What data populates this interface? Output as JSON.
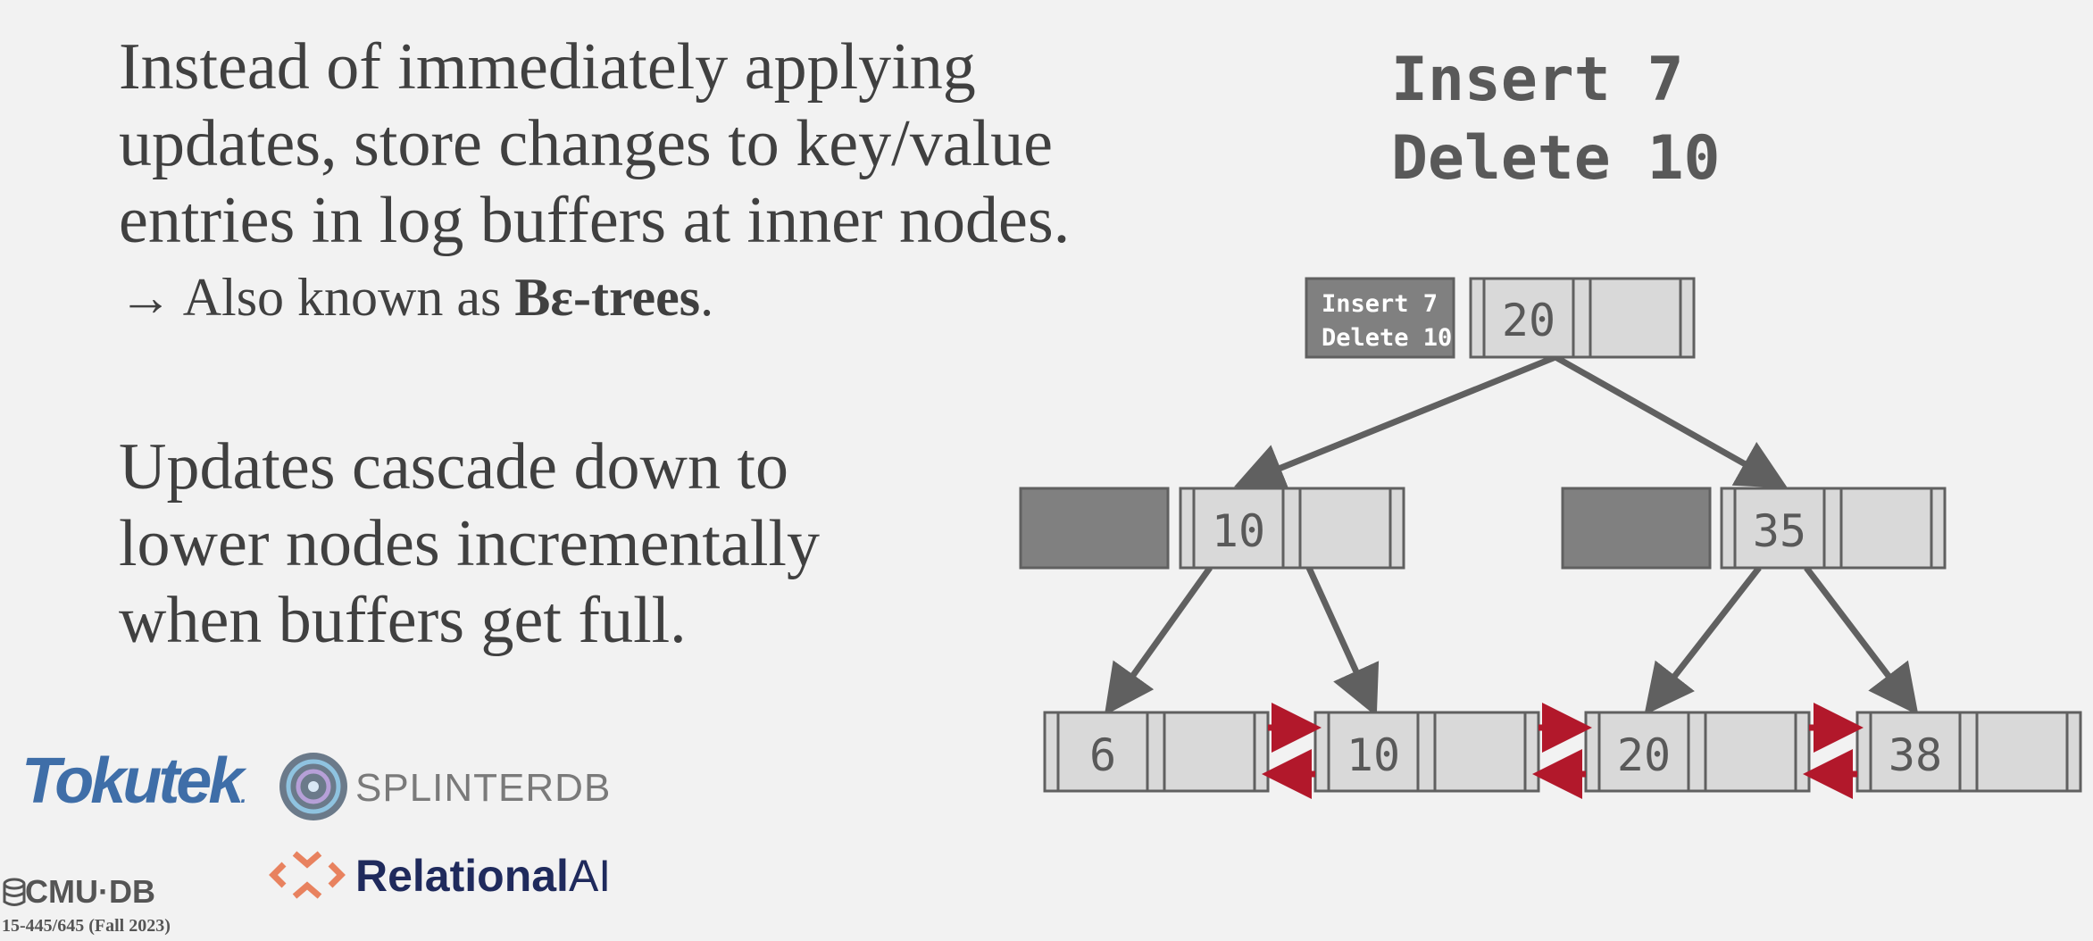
{
  "bullets": {
    "p1_line1": "Instead of immediately applying",
    "p1_line2": "updates, store changes to key/value",
    "p1_line3": "entries in log buffers at inner nodes.",
    "sub_arrow": "→",
    "sub_prefix": "Also known as",
    "sub_bold": "Bε-trees",
    "sub_suffix": ".",
    "p2_line1": "Updates cascade down to",
    "p2_line2": "lower nodes incrementally",
    "p2_line3": "when buffers get full."
  },
  "operations": {
    "line1": "Insert 7",
    "line2": "Delete 10"
  },
  "tree": {
    "root_buffer": [
      "Insert 7",
      "Delete 10"
    ],
    "root_key": "20",
    "inner_left_key": "10",
    "inner_right_key": "35",
    "leaves": [
      "6",
      "10",
      "20",
      "38"
    ],
    "colors": {
      "buffer_fill": "#808080",
      "node_fill": "#d9d9d9",
      "edge": "#606060",
      "sibling_arrow": "#b2182b"
    }
  },
  "logos": {
    "tokutek": "Tokutek",
    "tokutek_mark": ".",
    "splinterdb": "SPLINTERDB",
    "relational": "Relational",
    "ai": "AI",
    "cmu_db": "CMU·DB",
    "course": "15-445/645 (Fall 2023)"
  }
}
